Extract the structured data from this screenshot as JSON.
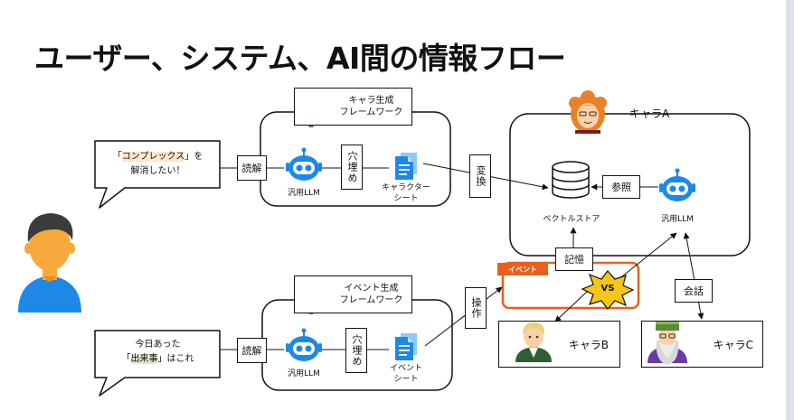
{
  "title": "ユーザー、システム、AI間の情報フロー",
  "colors": {
    "accent": "#e8601e",
    "robot": "#1e88e5",
    "doc": "#1e88e5",
    "highlight": "#fde6cc"
  },
  "top_flow": {
    "bubble_line1_pre": "「",
    "bubble_line1_hl": "コンプレックス",
    "bubble_line1_post": "」を",
    "bubble_line2": "解消したい！",
    "read": "読解",
    "framework_line1": "キャラ生成",
    "framework_line2": "フレームワーク",
    "llm": "汎用LLM",
    "fill": "穴埋め",
    "sheet_line1": "キャラクター",
    "sheet_line2": "シート"
  },
  "convert": "変換",
  "chara_a_panel": {
    "name": "キャラA",
    "store": "ベクトルストア",
    "refer": "参照",
    "llm": "汎用LLM"
  },
  "memory": "記憶",
  "event": {
    "tag": "イベント",
    "vs": "VS"
  },
  "operate": "操作",
  "talk": "会話",
  "chara_b": "キャラB",
  "chara_c": "キャラC",
  "bottom_flow": {
    "bubble_line1": "今日あった",
    "bubble_line2_pre": "「",
    "bubble_line2_hl": "出来事",
    "bubble_line2_post": "」はこれ",
    "read": "読解",
    "framework_line1": "イベント生成",
    "framework_line2": "フレームワーク",
    "llm": "汎用LLM",
    "fill": "穴埋め",
    "sheet_line1": "イベント",
    "sheet_line2": "シート"
  }
}
